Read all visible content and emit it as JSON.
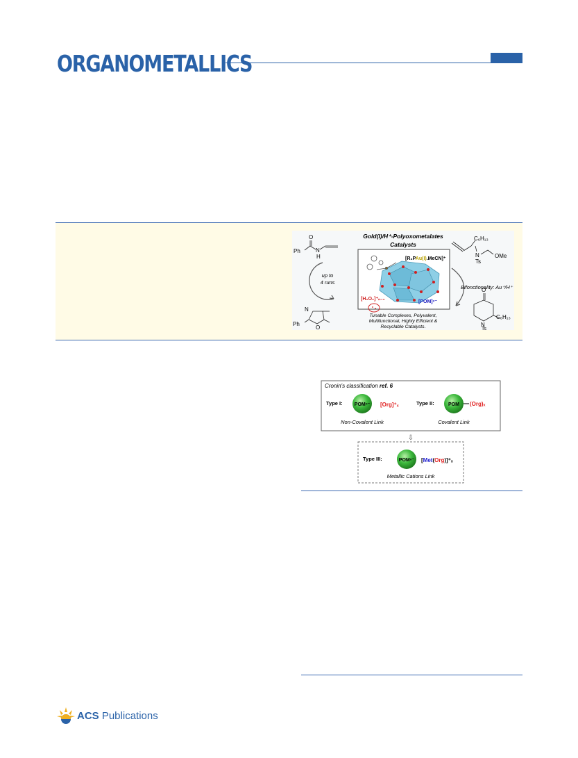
{
  "header": {
    "journal_title": "ORGANOMETALLICS"
  },
  "toc_graphic": {
    "title_line1": "Gold(I)/H⁺-Polyoxometalates",
    "title_line2": "Catalysts",
    "complex_label_prefix": "[R₃P",
    "complex_label_au": "Au(I)",
    "complex_label_suffix": ".MeCN]⁺",
    "runs_line1": "up to",
    "runs_line2": "4 runs",
    "h5o2_label": "[H₅O₂]⁺ₙ₋₁",
    "pom_label": "[POM]ⁿ⁻",
    "bifunctionality": "Bifonctionality: Au⁺/H⁺",
    "caption_line1": "Tunable Complexes, Polyvalent,",
    "caption_line2": "Multifunctional, Highly Efficient &",
    "caption_line3": "Recyclable Catalysts.",
    "chem_ph1": "Ph",
    "chem_o1": "O",
    "chem_n1": "N",
    "chem_h1": "H",
    "chem_ph2": "Ph",
    "chem_n2": "N",
    "chem_o2": "O",
    "chem_c6h13_top": "C₆H₁₃",
    "chem_ome": "OMe",
    "chem_n3": "N",
    "chem_ts1": "Ts",
    "chem_o3": "O",
    "chem_n4": "N",
    "chem_ts2": "Ts",
    "chem_c6h13_bottom": "C₆H₁₃"
  },
  "figure1": {
    "header_text": "Cronin's classification",
    "header_ref": "ref. 6",
    "type1_label": "Type I:",
    "type1_sphere": "POMⁿ⁻",
    "type1_org": "[Org]⁺ₓ",
    "type1_caption": "Non-Covalent Link",
    "type2_label": "Type II:",
    "type2_sphere": "POM",
    "type2_org": "(Org)ₓ",
    "type2_caption": "Covalent Link",
    "arrow": "⇩",
    "type3_label": "Type III:",
    "type3_sphere": "POMⁿ⁻",
    "type3_met": "[Met(Org)]⁺ₓ",
    "type3_caption": "Metallic Cations Link"
  },
  "footer": {
    "logo_word1": "ACS",
    "logo_word2": " Publications"
  },
  "colors": {
    "brand_blue": "#2a62a8",
    "abstract_bg": "#fffbe6",
    "sphere_green": "#3cb83c",
    "red_org": "#e02020",
    "blue_met": "#2020d0"
  }
}
